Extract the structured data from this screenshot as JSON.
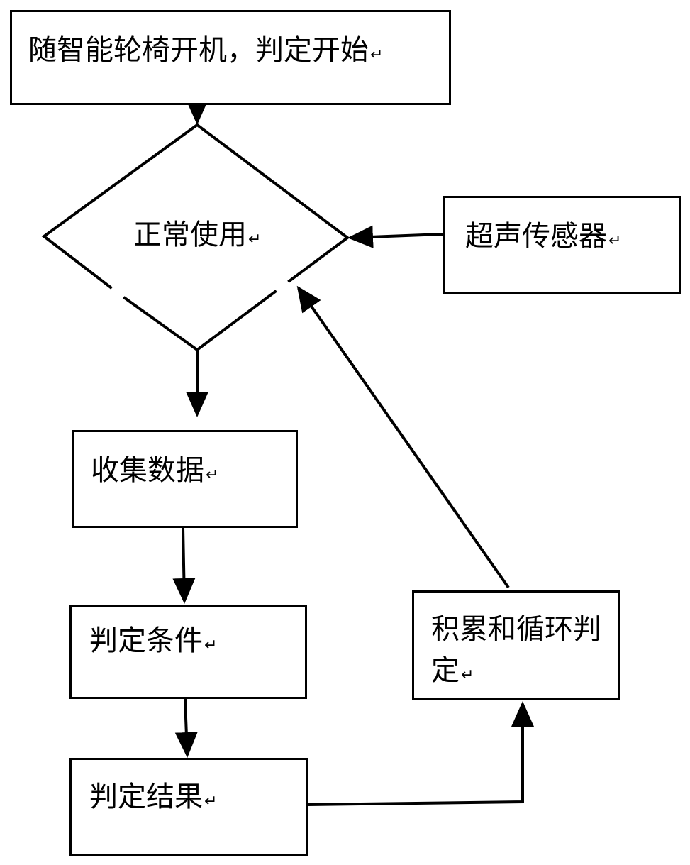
{
  "flowchart": {
    "start_label": "随智能轮椅开机，判定开始",
    "decision_label": "正常使用",
    "sensor_label": "超声传感器",
    "collect_label": "收集数据",
    "condition_label": "判定条件",
    "result_label": "判定结果",
    "accumulate_label": "积累和循环判定",
    "return_mark": "↵"
  },
  "colors": {
    "stroke": "#000000",
    "background": "#ffffff"
  }
}
